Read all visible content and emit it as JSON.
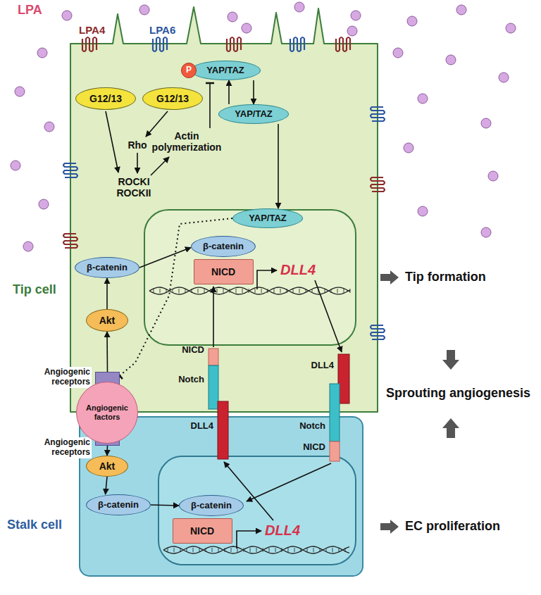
{
  "diagram": {
    "nodes": [
      {
        "text": [
          "Tip cell"
        ]
      },
      {
        "text": [
          "G12/13"
        ],
        "in": 0
      },
      {
        "text": [
          "G12/13"
        ],
        "in": 0
      },
      {
        "text": [
          "P"
        ],
        "in": 0
      },
      {
        "text": [
          "YAP/TAZ"
        ],
        "in": 0
      },
      {
        "text": [
          "YAP/TAZ"
        ],
        "in": 0
      },
      {
        "text": [
          "YAP/TAZ"
        ],
        "in": 0
      },
      {
        "text": [
          "β-catenin"
        ],
        "in": 0
      },
      {
        "text": [
          "NICD"
        ],
        "in": 0
      },
      {
        "text": [
          "β-catenin"
        ],
        "in": 0
      },
      {
        "text": [
          "Akt"
        ],
        "in": 0
      },
      {
        "text": [
          "Angiogenic receptors"
        ],
        "in": 0
      },
      {
        "text": [
          "Angiogenic factors"
        ]
      },
      {
        "text": [
          "Angiogenic receptors"
        ]
      },
      {
        "text": [
          "Stalk cell"
        ]
      },
      {
        "text": [
          "Akt"
        ],
        "in": 14
      },
      {
        "text": [
          "β-catenin"
        ],
        "in": 14
      },
      {
        "text": [
          "β-catenin"
        ],
        "in": 14
      },
      {
        "text": [
          "NICD"
        ],
        "in": 14
      }
    ],
    "edges": [
      {
        "from": 4,
        "to": 5,
        "arrow": "to"
      },
      {
        "from": 5,
        "to": 4,
        "arrow": "to"
      },
      {
        "from": 5,
        "to": 6,
        "arrow": "to"
      },
      {
        "from": 10,
        "to": 9,
        "arrow": "to"
      },
      {
        "from": 9,
        "to": 7,
        "arrow": "to"
      },
      {
        "from": 11,
        "to": 10,
        "arrow": "to"
      },
      {
        "from": 6,
        "to": 11,
        "arrow": "to"
      },
      {
        "from": 13,
        "to": 15,
        "arrow": "to"
      },
      {
        "from": 15,
        "to": 16,
        "arrow": "to"
      },
      {
        "from": 16,
        "to": 17,
        "arrow": "to"
      }
    ],
    "labels": [
      "LPA",
      "LPA4",
      "LPA6",
      "Rho",
      "ROCKI ROCKII",
      "Actin polymerization",
      "NICD",
      "Notch",
      "DLL4",
      "DLL4",
      "DLL4",
      "Notch",
      "NICD",
      "DLL4",
      "Tip formation",
      "Sprouting angiogenesis",
      "EC proliferation"
    ]
  }
}
